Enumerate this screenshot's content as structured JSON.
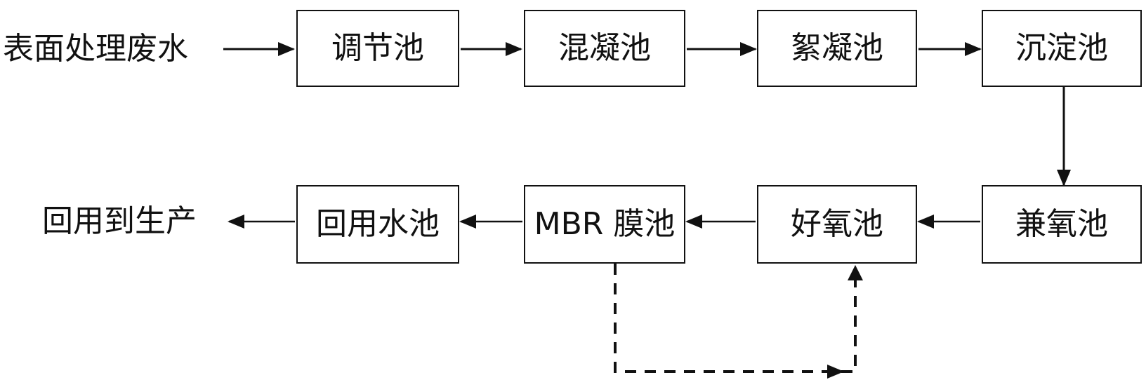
{
  "input_label": "表面处理废水",
  "output_label": "回用到生产",
  "top_row": [
    {
      "id": "equalization",
      "label": "调节池"
    },
    {
      "id": "coagulation",
      "label": "混凝池"
    },
    {
      "id": "flocculation",
      "label": "絮凝池"
    },
    {
      "id": "sedimentation",
      "label": "沉淀池"
    }
  ],
  "bottom_row": [
    {
      "id": "facultative",
      "label": "兼氧池"
    },
    {
      "id": "aerobic",
      "label": "好氧池"
    },
    {
      "id": "mbr",
      "label": "MBR 膜池"
    },
    {
      "id": "reuse",
      "label": "回用水池"
    }
  ]
}
